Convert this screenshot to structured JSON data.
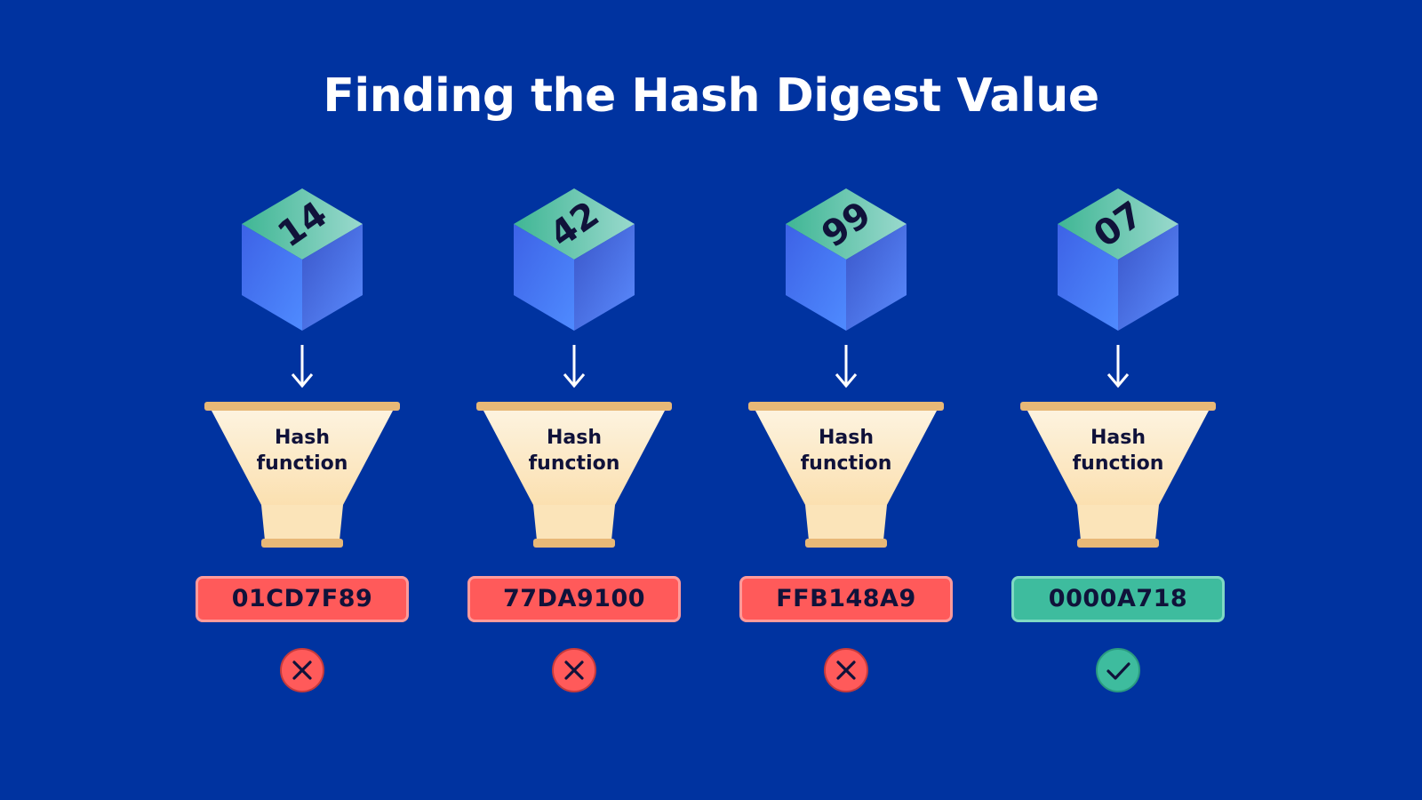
{
  "title": "Finding the Hash Digest Value",
  "colors": {
    "background": "#0033a0",
    "invalid": "#ff5a5a",
    "valid": "#3ebc9e",
    "funnel": "#fde8c4",
    "cube_top": "#5cc6a8",
    "cube_side": "#4a7ef5"
  },
  "columns": [
    {
      "block_number": "14",
      "function_label": "Hash\nfunction",
      "digest": "01CD7F89",
      "result": "invalid",
      "status_icon": "x-icon"
    },
    {
      "block_number": "42",
      "function_label": "Hash\nfunction",
      "digest": "77DA9100",
      "result": "invalid",
      "status_icon": "x-icon"
    },
    {
      "block_number": "99",
      "function_label": "Hash\nfunction",
      "digest": "FFB148A9",
      "result": "invalid",
      "status_icon": "x-icon"
    },
    {
      "block_number": "07",
      "function_label": "Hash\nfunction",
      "digest": "0000A718",
      "result": "valid",
      "status_icon": "check-icon"
    }
  ]
}
